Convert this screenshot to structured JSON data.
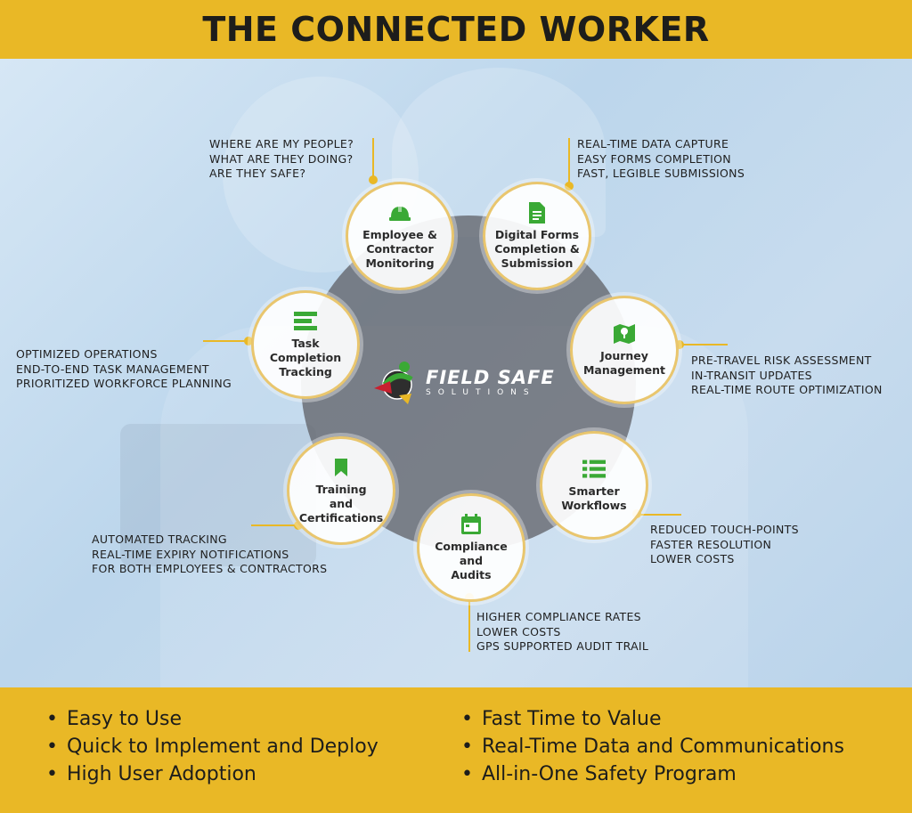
{
  "title": "THE CONNECTED WORKER",
  "logo": {
    "name": "FIELD SAFE",
    "sub": "SOLUTIONS"
  },
  "nodes": [
    {
      "label": "Employee &\nContractor\nMonitoring",
      "icon": "hard-hat-icon"
    },
    {
      "label": "Digital Forms\nCompletion &\nSubmission",
      "icon": "document-icon"
    },
    {
      "label": "Journey\nManagement",
      "icon": "map-icon"
    },
    {
      "label": "Smarter\nWorkflows",
      "icon": "list-icon"
    },
    {
      "label": "Compliance\nand\nAudits",
      "icon": "calendar-icon"
    },
    {
      "label": "Training\nand\nCertifications",
      "icon": "bookmark-icon"
    },
    {
      "label": "Task\nCompletion\nTracking",
      "icon": "task-list-icon"
    }
  ],
  "notes": [
    [
      "WHERE ARE MY PEOPLE?",
      "WHAT ARE THEY DOING?",
      "ARE THEY SAFE?"
    ],
    [
      "REAL-TIME DATA CAPTURE",
      "EASY FORMS COMPLETION",
      "FAST, LEGIBLE SUBMISSIONS"
    ],
    [
      "PRE-TRAVEL RISK ASSESSMENT",
      "IN-TRANSIT UPDATES",
      "REAL-TIME ROUTE OPTIMIZATION"
    ],
    [
      "REDUCED TOUCH-POINTS",
      "FASTER RESOLUTION",
      "LOWER COSTS"
    ],
    [
      "HIGHER COMPLIANCE RATES",
      "LOWER COSTS",
      "GPS SUPPORTED AUDIT TRAIL"
    ],
    [
      "AUTOMATED TRACKING",
      "REAL-TIME EXPIRY NOTIFICATIONS",
      "FOR BOTH EMPLOYEES & CONTRACTORS"
    ],
    [
      "OPTIMIZED OPERATIONS",
      "END-TO-END TASK MANAGEMENT",
      "PRIORITIZED WORKFORCE PLANNING"
    ]
  ],
  "benefits_left": [
    "Easy to Use",
    "Quick to Implement and Deploy",
    "High User Adoption"
  ],
  "benefits_right": [
    "Fast Time to Value",
    "Real-Time Data and Communications",
    "All-in-One Safety Program"
  ],
  "colors": {
    "accent": "#e9b826",
    "icon_green": "#3aa935",
    "hub": "#5a5a5f",
    "text": "#1d1d1b"
  }
}
